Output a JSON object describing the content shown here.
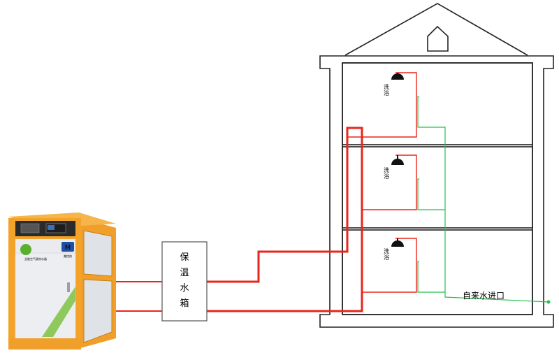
{
  "tank_label": [
    "保",
    "温",
    "水",
    "箱"
  ],
  "shower_label": [
    "洗",
    "浴"
  ],
  "water_inlet_label": "自来水进口",
  "heater": {
    "brand_glyph": "M",
    "brand_text": "美控热",
    "sub_label": "全能空气源热水器",
    "controls": "●  ●  ●"
  },
  "colors": {
    "hot_line": "#e8261b",
    "cold_line": "#22c24a",
    "outline": "#222222",
    "heater_frame": "#f3a32a",
    "heater_panel": "#e9ebee"
  }
}
